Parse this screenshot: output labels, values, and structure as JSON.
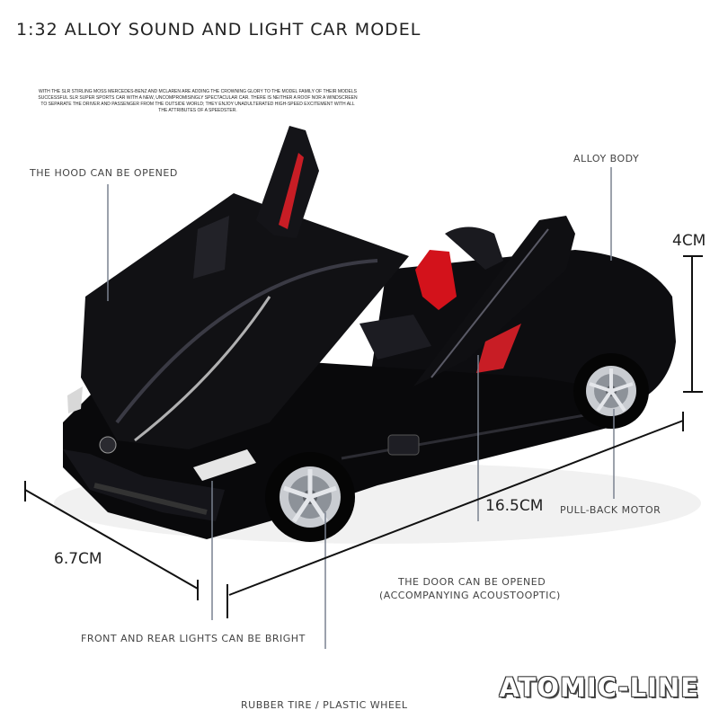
{
  "title": "1:32 ALLOY SOUND AND LIGHT CAR MODEL",
  "blurb": "WITH THE SLR STIRLING MOSS MERCEDES-BENZ AND MCLAREN ARE ADDING THE CROWNING GLORY TO THE MODEL FAMILY OF THEIR MODELS SUCCESSFUL SLR SUPER SPORTS CAR WITH A NEW, UNCOMPROMISINGLY SPECTACULAR CAR. THERE IS NEITHER A ROOF NOR A WINDSCREEN TO SEPARATE THE DRIVER AND PASSENGER FROM THE OUTSIDE WORLD; THEY ENJOY UNADULTERATED HIGH-SPEED EXCITEMENT WITH ALL THE ATTRIBUTES OF A SPEEDSTER.",
  "features": {
    "hood": "THE HOOD CAN BE OPENED",
    "body": "ALLOY BODY",
    "motor": "PULL-BACK MOTOR",
    "door_line1": "THE DOOR CAN BE OPENED",
    "door_line2": "(ACCOMPANYING ACOUSTOOPTIC)",
    "lights": "FRONT AND REAR LIGHTS CAN BE BRIGHT",
    "wheel": "RUBBER TIRE / PLASTIC WHEEL"
  },
  "dimensions": {
    "height": "4CM",
    "length": "16.5CM",
    "width": "6.7CM"
  },
  "brand": "ATOMIC-LINE",
  "colors": {
    "car_body": "#0b0b0d",
    "seat": "#d3121b",
    "rim": "#c9ccd1",
    "dimension_line": "#111111",
    "leader_line": "#7a8290"
  }
}
